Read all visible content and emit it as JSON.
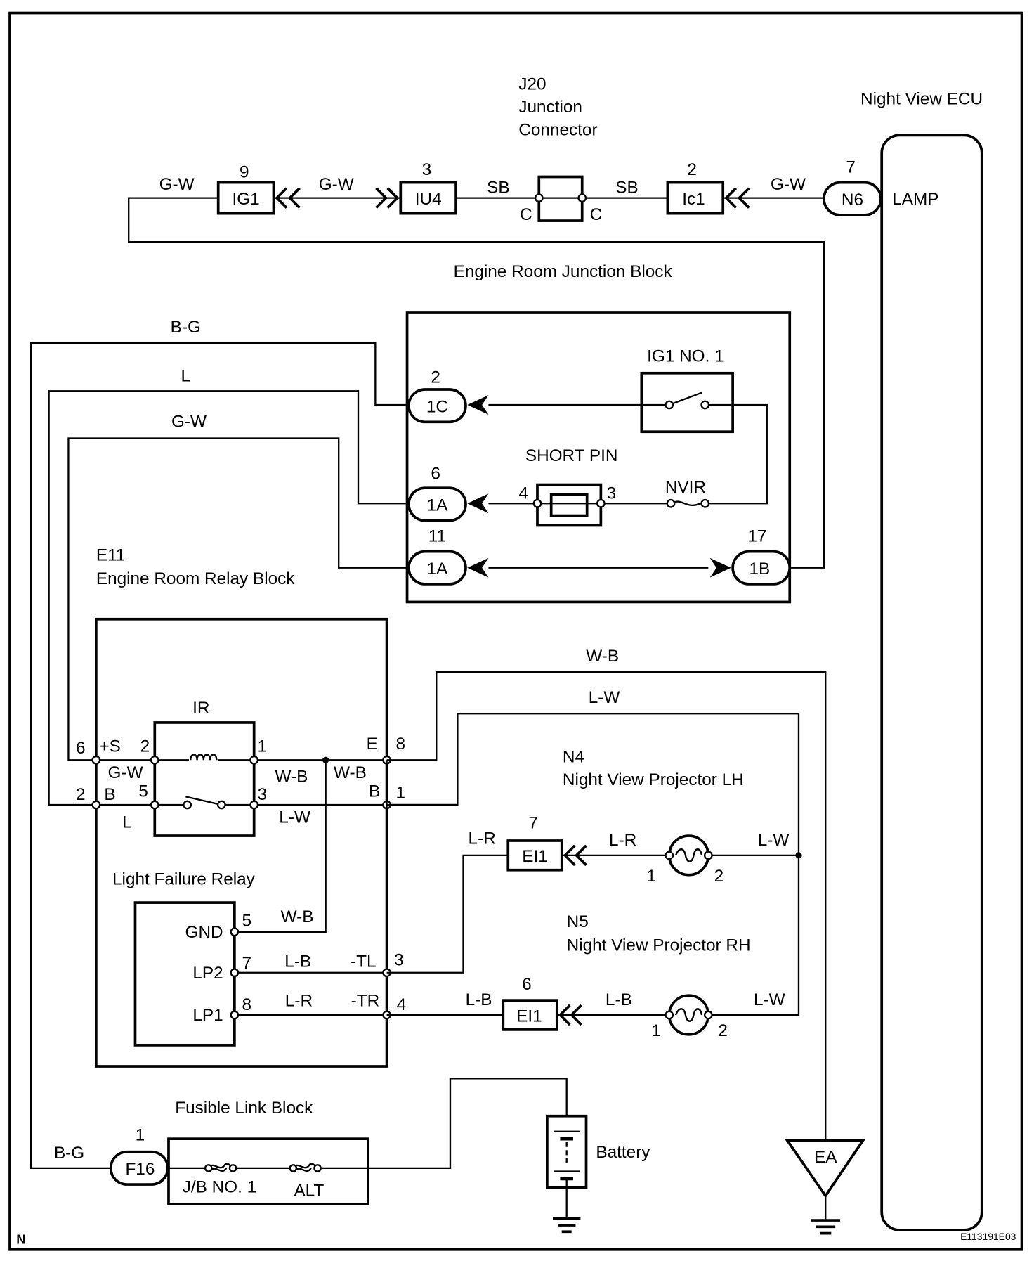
{
  "figure": {
    "corner_mark": "N",
    "figure_code": "E113191E03"
  },
  "components": {
    "j20": {
      "id": "J20",
      "name": "Junction",
      "name2": "Connector",
      "pin_left": "C",
      "pin_right": "C"
    },
    "ecu": {
      "title": "Night View ECU",
      "terminal": "LAMP",
      "connector": "N6",
      "pin": "7"
    },
    "erjb": {
      "title": "Engine Room Junction Block",
      "relay": "IG1 NO. 1",
      "short_pin": "SHORT PIN",
      "short_pin_left": "4",
      "short_pin_right": "3",
      "fuse": "NVIR",
      "conn_1c": {
        "label": "1C",
        "pin": "2"
      },
      "conn_1a_6": {
        "label": "1A",
        "pin": "6"
      },
      "conn_1a_11": {
        "label": "1A",
        "pin": "11"
      },
      "conn_1b": {
        "label": "1B",
        "pin": "17"
      }
    },
    "e11": {
      "id": "E11",
      "name": "Engine Room Relay Block"
    },
    "ir_relay": {
      "name": "IR",
      "pin_6": "6",
      "term_s": "+S",
      "pin_2_left": "2",
      "term_b_left": "B",
      "coil_in": "2",
      "coil_out": "1",
      "sw_in": "5",
      "sw_out": "3",
      "term_e": "E",
      "pin_8": "8",
      "term_b_right": "B",
      "pin_1": "1"
    },
    "lfr": {
      "name": "Light Failure Relay",
      "gnd": "GND",
      "gnd_pin": "5",
      "lp2": "LP2",
      "lp2_pin": "7",
      "lp1": "LP1",
      "lp1_pin": "8",
      "tl": "-TL",
      "tl_pin": "3",
      "tr": "-TR",
      "tr_pin": "4"
    },
    "n4": {
      "id": "N4",
      "name": "Night View Projector LH",
      "pin1": "1",
      "pin2": "2"
    },
    "n5": {
      "id": "N5",
      "name": "Night View Projector RH",
      "pin1": "1",
      "pin2": "2"
    },
    "ei1_lh": {
      "label": "EI1",
      "pin": "7"
    },
    "ei1_rh": {
      "label": "EI1",
      "pin": "6"
    },
    "ig1": {
      "label": "IG1",
      "pin": "9"
    },
    "iu4": {
      "label": "IU4",
      "pin": "3"
    },
    "ic1": {
      "label": "Ic1",
      "pin": "2"
    },
    "fusible": {
      "title": "Fusible Link Block",
      "conn": "F16",
      "pin": "1",
      "fuse1": "J/B NO. 1",
      "fuse2": "ALT"
    },
    "battery": {
      "label": "Battery"
    },
    "ground": {
      "label": "EA"
    }
  },
  "wires": {
    "gw_left": "G-W",
    "gw_mid": "G-W",
    "sb_left": "SB",
    "sb_right": "SB",
    "gw_ecu": "G-W",
    "bg_top": "B-G",
    "l_top": "L",
    "gw_top": "G-W",
    "relay_gw": "G-W",
    "relay_l": "L",
    "relay_wb1": "W-B",
    "relay_wb2": "W-B",
    "relay_lw": "L-W",
    "wb_top": "W-B",
    "lw_top": "L-W",
    "lfr_wb": "W-B",
    "lfr_lb": "L-B",
    "lfr_lr": "L-R",
    "lh_lr1": "L-R",
    "lh_lr2": "L-R",
    "lh_lw": "L-W",
    "rh_lb1": "L-B",
    "rh_lb2": "L-B",
    "rh_lw": "L-W",
    "bg_bottom": "B-G"
  }
}
